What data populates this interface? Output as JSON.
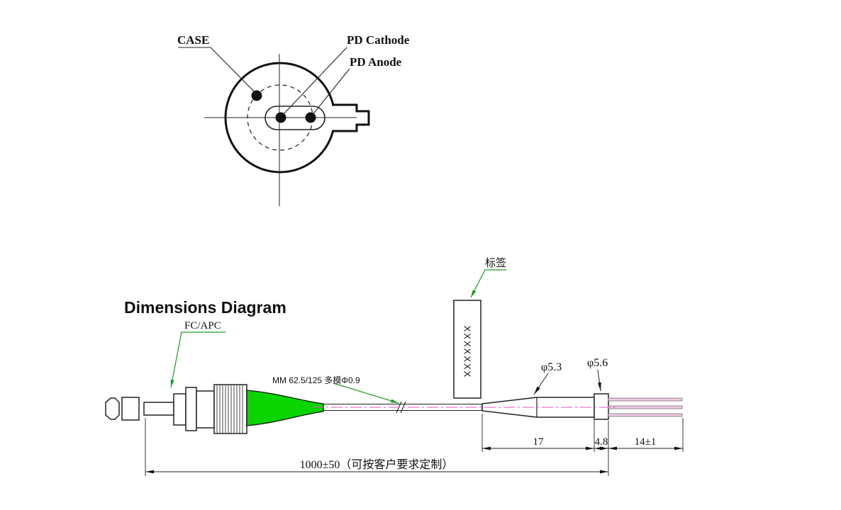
{
  "pinout": {
    "case_label": "CASE",
    "cathode_label": "PD Cathode",
    "anode_label": "PD Anode"
  },
  "dims": {
    "title": "Dimensions Diagram",
    "connector": "FC/APC",
    "fiber": "MM 62.5/125 多模Φ0.9",
    "tag_callout": "标签",
    "tag_text": "XXXXXXX",
    "dia_tube": "φ5.3",
    "dia_collar": "φ5.6",
    "len_tube": "17",
    "len_collar": "4.8",
    "len_wires": "14±1",
    "len_total": "1000±50（可按客户要求定制）"
  },
  "colors": {
    "boot_green": "#0bd500",
    "leader_green": "#1f9a1f",
    "centerline_magenta": "#e64fc8",
    "wire_pink": "#efc9e2"
  }
}
